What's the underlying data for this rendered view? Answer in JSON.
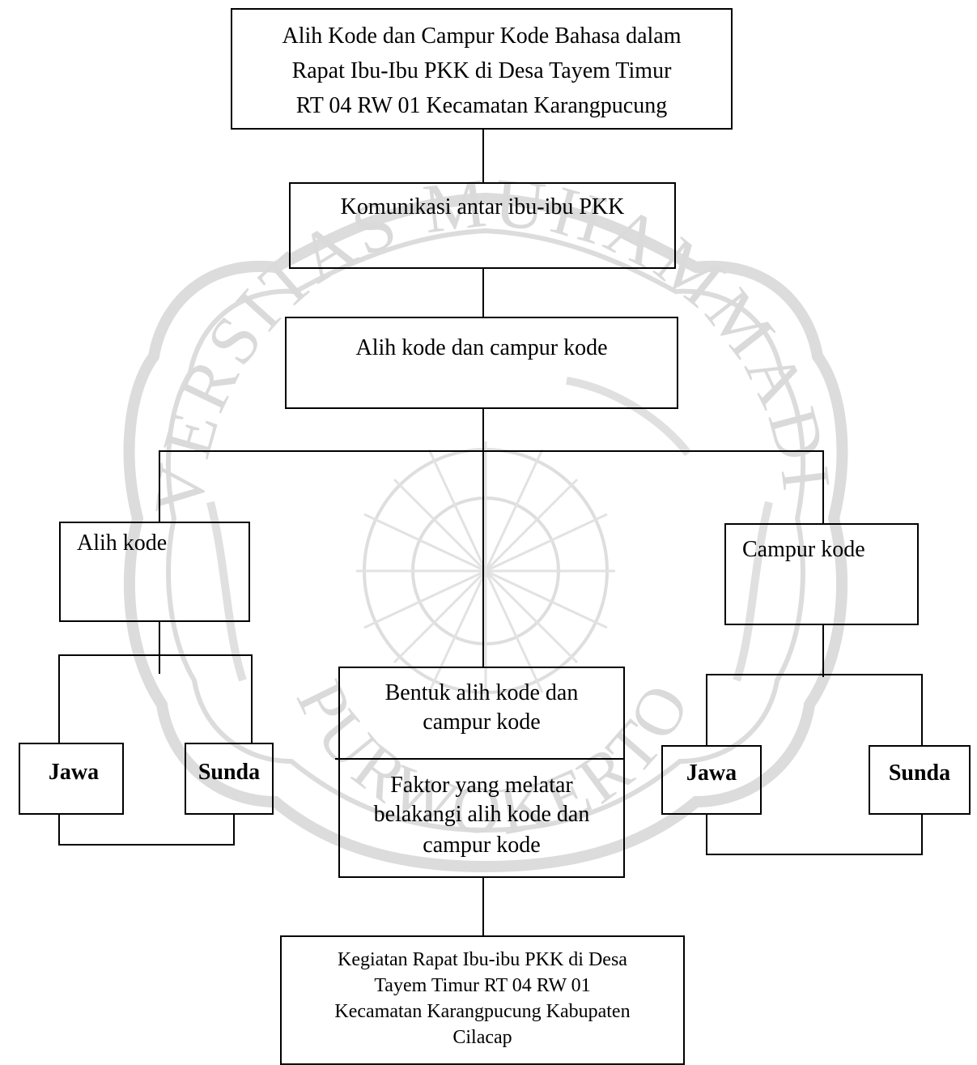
{
  "diagram": {
    "top_title": {
      "line1": "Alih Kode dan Campur Kode Bahasa  dalam",
      "line2": "Rapat Ibu-Ibu PKK di Desa Tayem Timur",
      "line3": "RT 04 RW 01 Kecamatan Karangpucung"
    },
    "communication": "Komunikasi antar ibu-ibu PKK",
    "switch_and_mix": "Alih kode dan campur kode",
    "code_switching": "Alih kode",
    "code_mixing": "Campur kode",
    "left_javanese": "Jawa",
    "left_sundanese": "Sunda",
    "right_javanese": "Jawa",
    "right_sundanese": "Sunda",
    "forms": {
      "line1": "Bentuk alih kode dan",
      "line2": "campur kode"
    },
    "factors": {
      "line1": "Faktor yang melatar",
      "line2": "belakangi alih kode dan",
      "line3": "campur kode"
    },
    "activity": {
      "line1": "Kegiatan Rapat Ibu-ibu PKK di Desa",
      "line2": "Tayem Timur RT 04 RW 01",
      "line3": "Kecamatan Karangpucung Kabupaten",
      "line4": "Cilacap"
    }
  },
  "watermark": {
    "arc_top": "UNIVERSITAS MUHAMMADIYAH",
    "arc_bottom": "PURWOKERTO",
    "color": "#d9d9d9"
  }
}
